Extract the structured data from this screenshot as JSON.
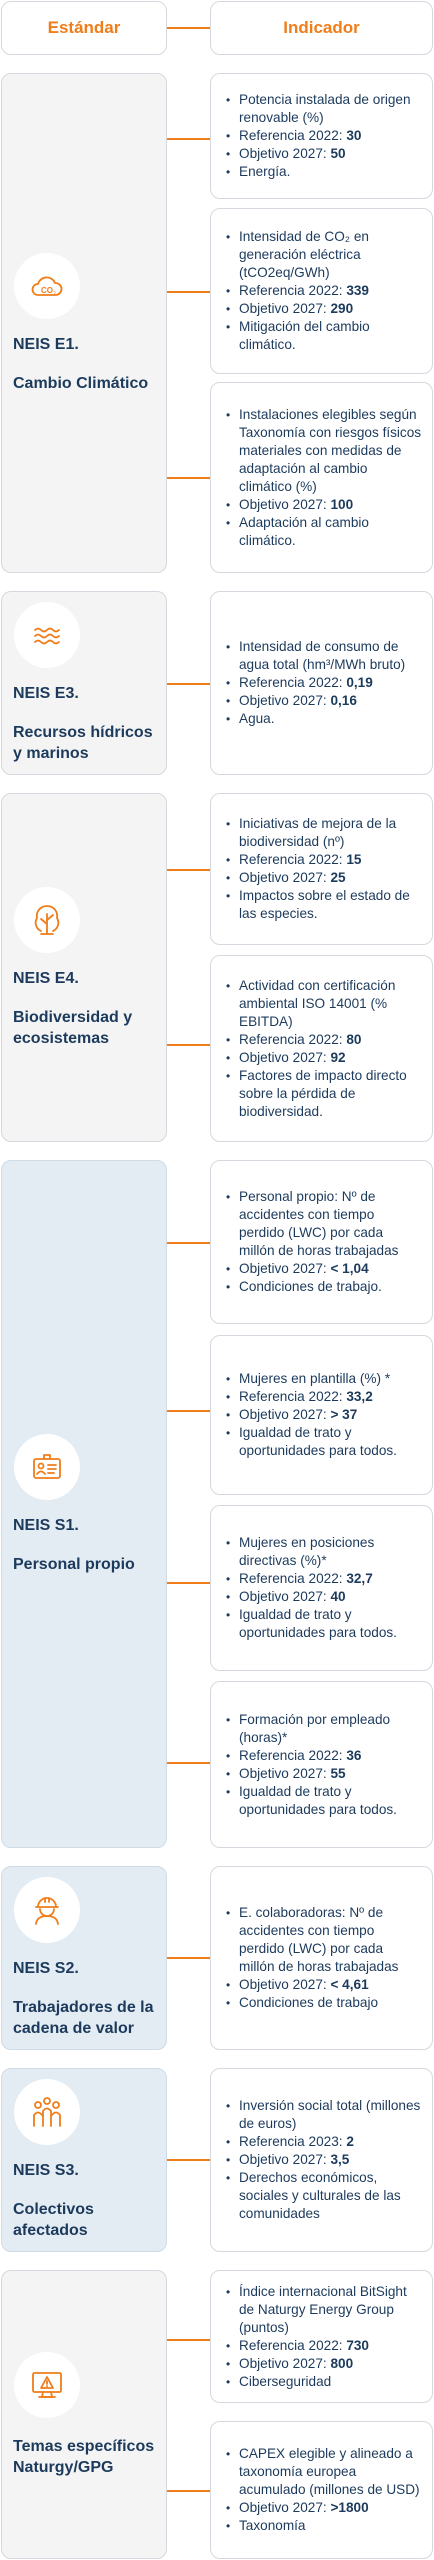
{
  "header": {
    "standard": "Estándar",
    "indicator": "Indicador"
  },
  "colors": {
    "accent": "#ef7d1a",
    "navy": "#1c3a5c",
    "gray_panel": "#f4f4f4",
    "blue_panel": "#e3ebf3"
  },
  "groups": [
    {
      "code": "NEIS E1.",
      "name": "Cambio Climático",
      "icon": "co2-cloud-icon",
      "indicators": [
        [
          "Potencia instalada de origen renovable (%)",
          "Referencia 2022: |30",
          "Objetivo 2027: |50",
          "Energía."
        ],
        [
          "Intensidad de CO₂ en generación eléctrica (tCO2eq/GWh)",
          "Referencia 2022: |339",
          "Objetivo 2027: |290",
          "Mitigación del cambio climático."
        ],
        [
          "Instalaciones elegibles según Taxonomía con riesgos físicos materiales con medidas de adaptación al cambio climático (%)",
          "Objetivo 2027: |100",
          "Adaptación al cambio climático."
        ]
      ]
    },
    {
      "code": "NEIS E3.",
      "name": "Recursos hídricos y marinos",
      "icon": "water-waves-icon",
      "indicators": [
        [
          "Intensidad de consumo de agua total (hm³/MWh bruto)",
          "Referencia 2022: |0,19",
          "Objetivo 2027: |0,16",
          "Agua."
        ]
      ]
    },
    {
      "code": "NEIS E4.",
      "name": "Biodiversidad y ecosistemas",
      "icon": "tree-icon",
      "indicators": [
        [
          "Iniciativas de mejora de la biodiversidad (nº)",
          "Referencia 2022: |15",
          "Objetivo 2027: |25",
          "Impactos sobre el estado de las especies."
        ],
        [
          "Actividad con certificación ambiental ISO 14001 (% EBITDA)",
          "Referencia 2022: |80",
          "Objetivo 2027: |92",
          "Factores de impacto directo sobre la pérdida de biodiversidad."
        ]
      ]
    },
    {
      "code": "NEIS S1.",
      "name": "Personal propio",
      "icon": "id-badge-icon",
      "indicators": [
        [
          "Personal propio: Nº de accidentes con tiempo perdido (LWC) por cada millón de horas trabajadas",
          "Objetivo 2027: |< 1,04",
          "Condiciones de trabajo."
        ],
        [
          "Mujeres en plantilla (%) *",
          "Referencia 2022: |33,2",
          "Objetivo 2027: |> 37",
          "Igualdad de trato y oportunidades para todos."
        ],
        [
          "Mujeres en posiciones directivas (%)*",
          "Referencia 2022: |32,7",
          "Objetivo 2027: |40",
          "Igualdad de trato y oportunidades para todos."
        ],
        [
          "Formación por empleado (horas)*",
          "Referencia 2022: |36",
          "Objetivo 2027: |55",
          "Igualdad de trato y oportunidades para todos."
        ]
      ]
    },
    {
      "code": "NEIS S2.",
      "name": "Trabajadores de la cadena de valor",
      "icon": "worker-helmet-icon",
      "indicators": [
        [
          "E. colaboradoras: Nº de accidentes con tiempo perdido (LWC) por cada millón de horas trabajadas",
          "Objetivo 2027: |< 4,61",
          "Condiciones de trabajo"
        ]
      ]
    },
    {
      "code": "NEIS S3.",
      "name": "Colectivos afectados",
      "icon": "community-people-icon",
      "indicators": [
        [
          "Inversión social total (millones de euros)",
          "Referencia 2023: |2",
          "Objetivo 2027: |3,5",
          "Derechos económicos, sociales y culturales de las comunidades"
        ]
      ]
    },
    {
      "code": "",
      "name": "Temas específicos Naturgy/GPG",
      "icon": "monitor-alert-icon",
      "indicators": [
        [
          "Índice internacional BitSight de Naturgy Energy Group (puntos)",
          "Referencia 2022: |730",
          "Objetivo 2027: |800",
          "Ciberseguridad"
        ],
        [
          "CAPEX elegible y alineado a taxonomía europea acumulado (millones de USD)",
          "Objetivo 2027: |>1800",
          "Taxonomía"
        ]
      ]
    }
  ]
}
